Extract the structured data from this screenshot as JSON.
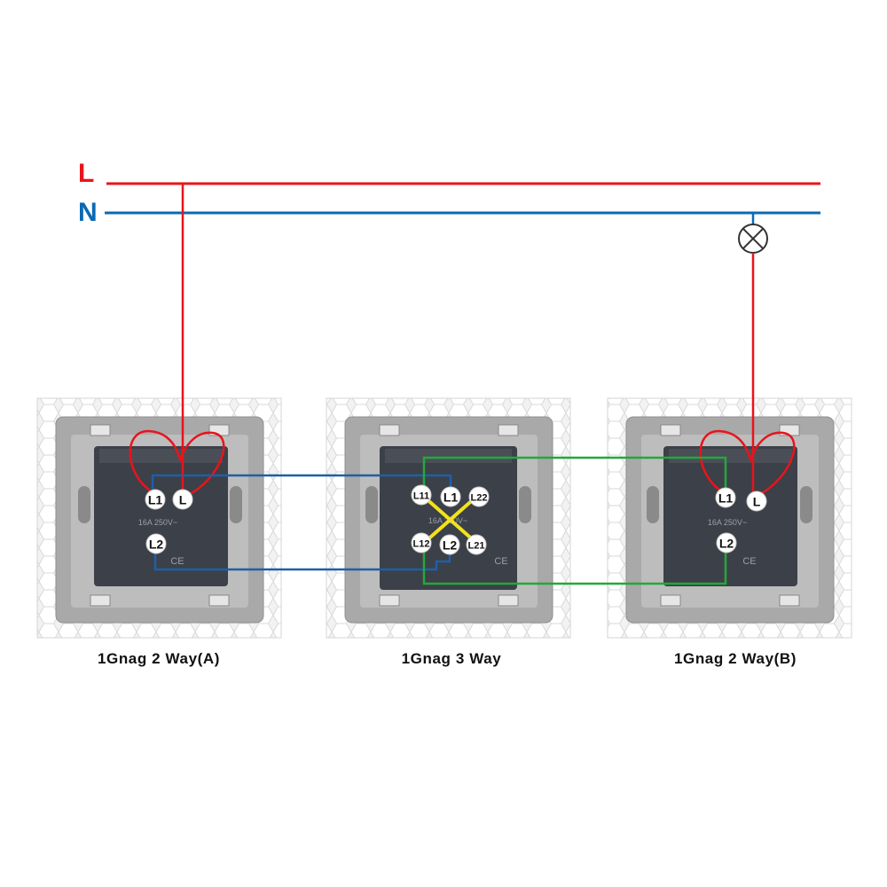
{
  "rails": {
    "live": {
      "label": "L",
      "color": "#e8141c"
    },
    "neutral": {
      "label": "N",
      "color": "#0a6ab4"
    }
  },
  "wire_colors": {
    "live": "#e8141c",
    "blue": "#1e5fa8",
    "green": "#22a83a",
    "yellow": "#f2e21c"
  },
  "lamp": {
    "icon": "lamp-icon"
  },
  "switches": [
    {
      "id": "a",
      "caption": "1Gnag 2 Way(A)",
      "terminals": {
        "l1": "L1",
        "l": "L",
        "l2": "L2"
      },
      "rating": "16A 250V~"
    },
    {
      "id": "mid",
      "caption": "1Gnag 3 Way",
      "terminals": {
        "l11": "L11",
        "l1": "L1",
        "l22": "L22",
        "l12": "L12",
        "l2": "L2",
        "l21": "L21"
      },
      "rating": "16A 250V~"
    },
    {
      "id": "b",
      "caption": "1Gnag 2 Way(B)",
      "terminals": {
        "l1": "L1",
        "l": "L",
        "l2": "L2"
      },
      "rating": "16A 250V~"
    }
  ]
}
